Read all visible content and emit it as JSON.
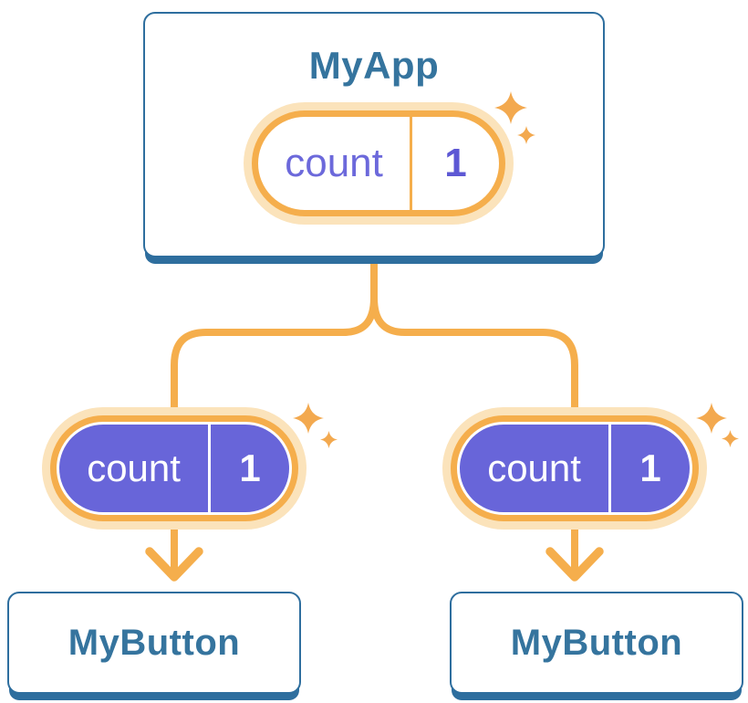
{
  "diagram": {
    "description": "component-tree-state-diagram",
    "root": {
      "title": "MyApp",
      "state": {
        "key": "count",
        "value": "1"
      }
    },
    "children": [
      {
        "title": "MyButton",
        "state": {
          "key": "count",
          "value": "1"
        }
      },
      {
        "title": "MyButton",
        "state": {
          "key": "count",
          "value": "1"
        }
      }
    ]
  },
  "icons": {
    "sparkle_large": "sparkle-icon",
    "sparkle_small": "sparkle-icon"
  },
  "theme": {
    "card_border_blue": "#2E6E9E",
    "card_text_blue": "#35749E",
    "accent_orange": "#F5AE4C",
    "halo_orange": "#FBE3BB",
    "sparkle_orange": "#F3A94F",
    "pill_purple": "#6865D9",
    "pill_key_text_purple": "#6C69DB",
    "pill_value_text_purple": "#5D58D4",
    "pill_text_white": "#FFFFFF",
    "background": "#FFFFFF"
  }
}
